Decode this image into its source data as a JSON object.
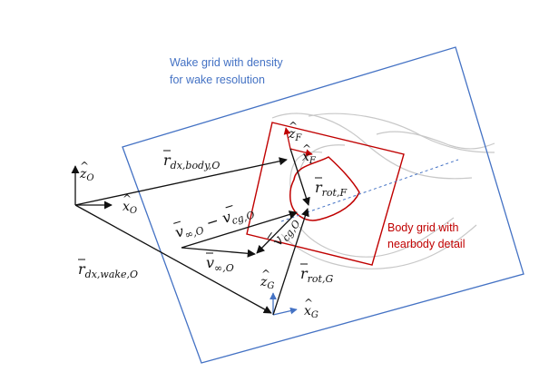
{
  "wake_grid": {
    "caption_line1": "Wake grid with density",
    "caption_line2": "for wake resolution",
    "color": "#4472c4"
  },
  "body_grid": {
    "caption_line1": "Body grid with",
    "caption_line2": "nearbody detail",
    "color": "#c00000"
  },
  "frame_O": {
    "z_base": "z",
    "z_sub": "O",
    "x_base": "x",
    "x_sub": "O"
  },
  "frame_F": {
    "z_base": "z",
    "z_sub": "F",
    "x_base": "x",
    "x_sub": "F"
  },
  "frame_G": {
    "z_base": "z",
    "z_sub": "G",
    "x_base": "x",
    "x_sub": "G"
  },
  "vectors": {
    "r_body": {
      "base": "r",
      "sub": "dx,body,O"
    },
    "r_wake": {
      "base": "r",
      "sub": "dx,wake,O"
    },
    "r_rotF": {
      "base": "r",
      "sub": "rot,F"
    },
    "r_rotG": {
      "base": "r",
      "sub": "rot,G"
    },
    "v_inf": {
      "base": "v",
      "sub": "∞,O"
    },
    "v_diff": {
      "base1": "v",
      "sub1": "∞,O",
      "minus": " − ",
      "base2": "v",
      "sub2": "cg,O"
    },
    "v_cg": {
      "base": "v",
      "sub": "cg,O"
    }
  },
  "colors": {
    "vector": "#111111",
    "axis_blue": "#4472c4",
    "axis_red": "#c00000",
    "streamline": "#c8c8c8"
  }
}
